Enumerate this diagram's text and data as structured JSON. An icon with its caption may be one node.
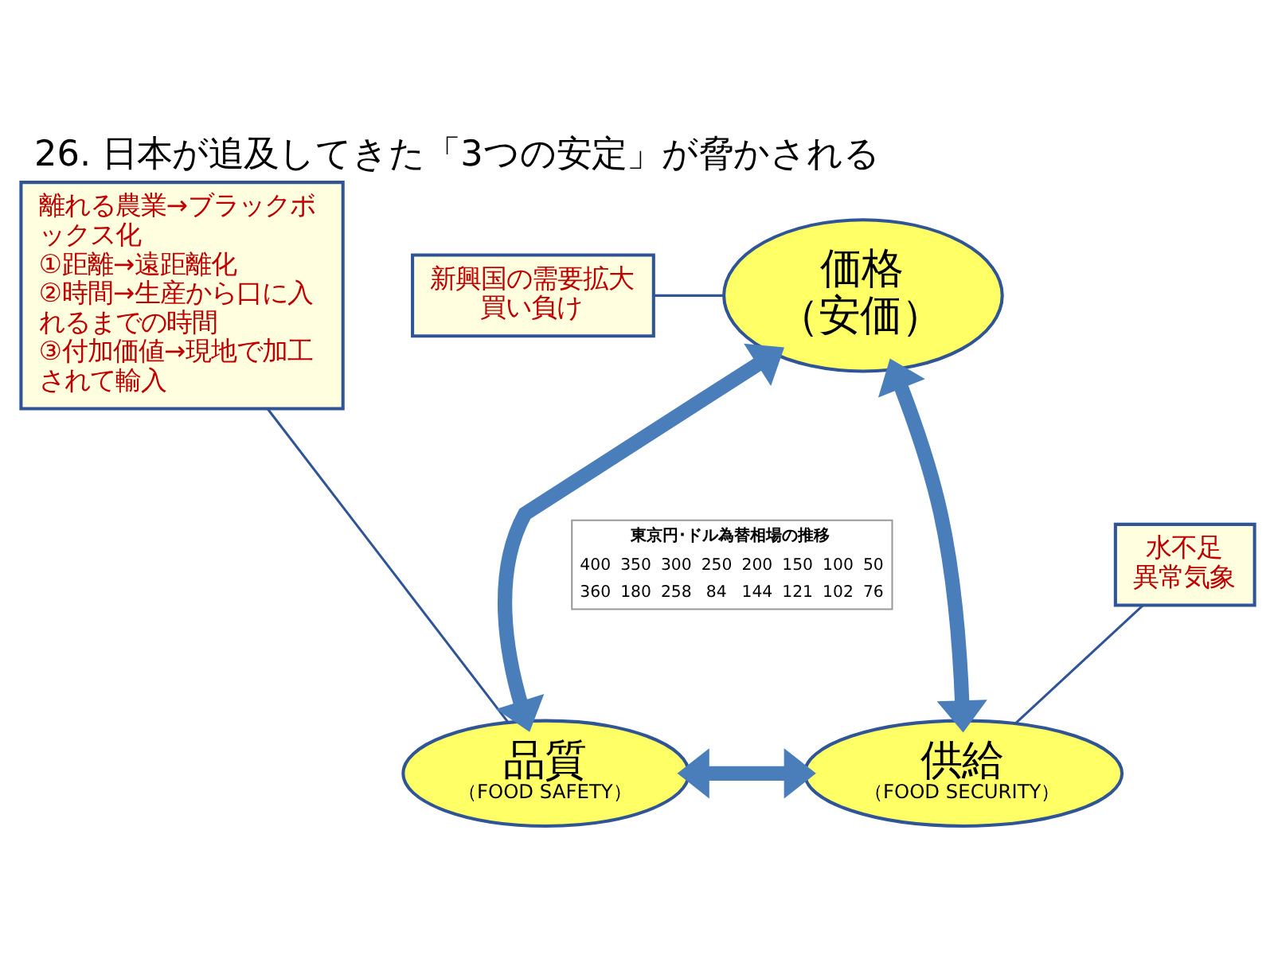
{
  "diagram": {
    "title": "26. 日本が追及してきた「3つの安定」が脅かされる",
    "nodes": [
      {
        "text": [
          "離れる農業→ブラックボックス化",
          "①距離→遠距離化",
          "②時間→生産から口に入れるまでの時間",
          "③付加価値→現地で加工されて輸入"
        ]
      },
      {
        "text": [
          "価格",
          "（安価）"
        ]
      },
      {
        "text": [
          "新興国の需要拡大",
          "買い負け"
        ]
      },
      {
        "text": [
          "水不足",
          "異常気象"
        ]
      },
      {
        "text": [
          "品質",
          "（FOOD SAFETY）"
        ]
      },
      {
        "text": [
          "供給",
          "（FOOD SECURITY）"
        ]
      }
    ],
    "edges": [
      {
        "from": 0,
        "to": 4,
        "arrow": "none"
      },
      {
        "from": 2,
        "to": 1,
        "arrow": "none"
      },
      {
        "from": 3,
        "to": 5,
        "arrow": "none"
      },
      {
        "from": 1,
        "to": 4,
        "arrow": "both",
        "style": "thick"
      },
      {
        "from": 1,
        "to": 5,
        "arrow": "both",
        "style": "thick"
      },
      {
        "from": 4,
        "to": 5,
        "arrow": "both",
        "style": "thick"
      }
    ],
    "labels": [
      "東京円･ドル為替相場の推移",
      "400",
      "350",
      "300",
      "250",
      "200",
      "150",
      "100",
      "50",
      "360",
      "180",
      "258",
      "84",
      "144",
      "121",
      "102",
      "76"
    ]
  }
}
